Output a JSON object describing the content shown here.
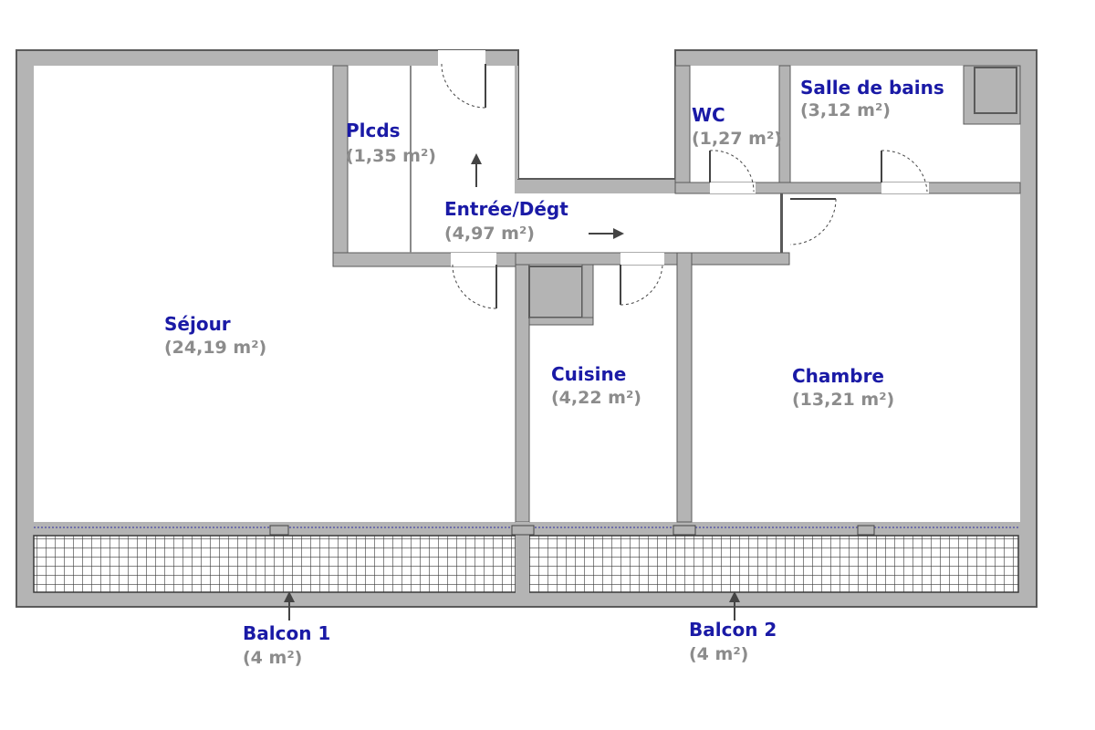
{
  "colors": {
    "wall": "#b4b4b4",
    "wall_edge": "#5a5a5a",
    "room_name": "#1a1aa6",
    "room_area": "#8c8c8c",
    "balcony_grid": "#3a3a3a",
    "arrow": "#444444"
  },
  "rooms": {
    "sejour": {
      "name": "Séjour",
      "area": "(24,19 m²)"
    },
    "plcds": {
      "name": "Plcds",
      "area": "(1,35 m²)"
    },
    "entree": {
      "name": "Entrée/Dégt",
      "area": "(4,97 m²)"
    },
    "wc": {
      "name": "WC",
      "area": "(1,27 m²)"
    },
    "sdb": {
      "name": "Salle de bains",
      "area": "(3,12 m²)"
    },
    "cuisine": {
      "name": "Cuisine",
      "area": "(4,22 m²)"
    },
    "chambre": {
      "name": "Chambre",
      "area": "(13,21 m²)"
    },
    "balcon1": {
      "name": "Balcon 1",
      "area": "(4 m²)"
    },
    "balcon2": {
      "name": "Balcon 2",
      "area": "(4 m²)"
    }
  }
}
